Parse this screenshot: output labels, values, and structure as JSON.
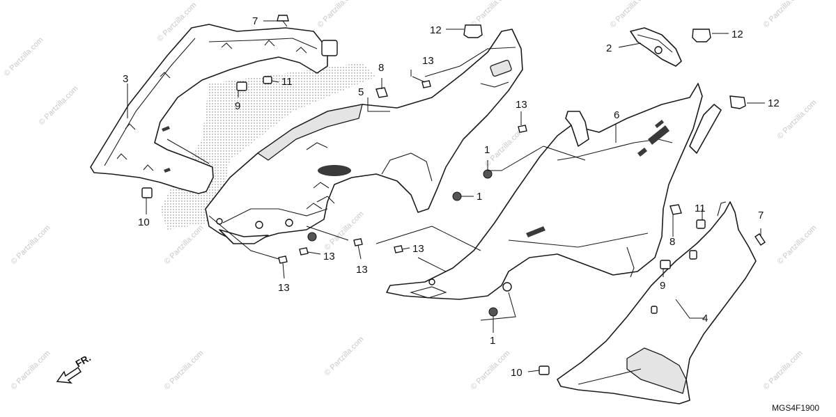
{
  "diagram": {
    "code": "MGS4F1900",
    "direction_label": "FR.",
    "watermark": "© Partzilla.com",
    "callouts": {
      "c1a": "1",
      "c1b": "1",
      "c1c": "1",
      "c2": "2",
      "c3": "3",
      "c4": "4",
      "c5": "5",
      "c6": "6",
      "c7a": "7",
      "c7b": "7",
      "c8a": "8",
      "c8b": "8",
      "c9a": "9",
      "c9b": "9",
      "c10a": "10",
      "c10b": "10",
      "c11a": "11",
      "c11b": "11",
      "c12a": "12",
      "c12b": "12",
      "c12c": "12",
      "c13a": "13",
      "c13b": "13",
      "c13c": "13",
      "c13d": "13",
      "c13e": "13",
      "c13f": "13"
    }
  }
}
